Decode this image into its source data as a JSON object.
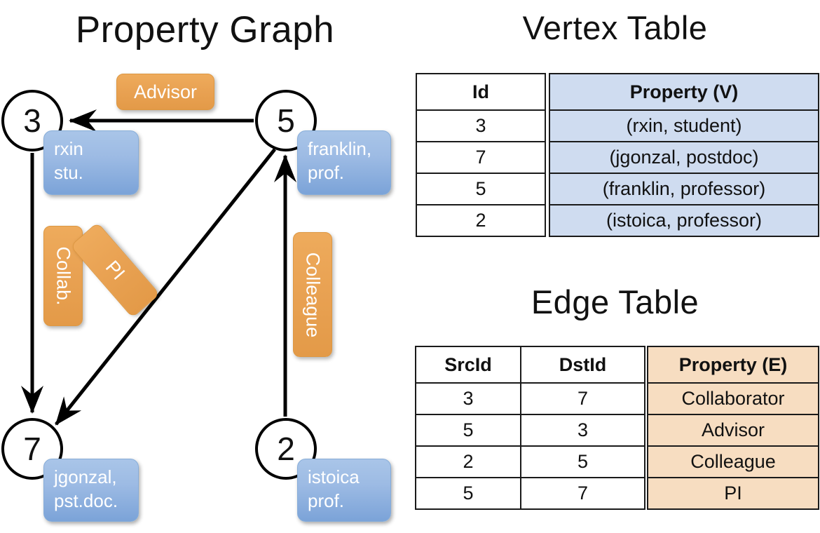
{
  "titles": {
    "property_graph": "Property Graph",
    "vertex_table": "Vertex Table",
    "edge_table": "Edge Table"
  },
  "graph": {
    "nodes": [
      {
        "id": "3",
        "name": "node-3",
        "property_lines": [
          "rxin",
          "stu."
        ]
      },
      {
        "id": "5",
        "name": "node-5",
        "property_lines": [
          "franklin,",
          "prof."
        ]
      },
      {
        "id": "7",
        "name": "node-7",
        "property_lines": [
          "jgonzal,",
          "pst.doc."
        ]
      },
      {
        "id": "2",
        "name": "node-2",
        "property_lines": [
          "istoica",
          "prof."
        ]
      }
    ],
    "edge_labels": [
      {
        "name": "advisor",
        "text": "Advisor"
      },
      {
        "name": "collab",
        "text": "Collab."
      },
      {
        "name": "pi",
        "text": "PI"
      },
      {
        "name": "colleague",
        "text": "Colleague"
      }
    ],
    "edges": [
      {
        "src": "5",
        "dst": "3",
        "label": "Advisor"
      },
      {
        "src": "3",
        "dst": "7",
        "label": "Collab."
      },
      {
        "src": "5",
        "dst": "7",
        "label": "PI"
      },
      {
        "src": "2",
        "dst": "5",
        "label": "Colleague"
      }
    ]
  },
  "vertex_table": {
    "headers": [
      "Id",
      "Property (V)"
    ],
    "rows": [
      {
        "id": "3",
        "property": "(rxin, student)"
      },
      {
        "id": "7",
        "property": "(jgonzal, postdoc)"
      },
      {
        "id": "5",
        "property": "(franklin, professor)"
      },
      {
        "id": "2",
        "property": "(istoica, professor)"
      }
    ]
  },
  "edge_table": {
    "headers": [
      "SrcId",
      "DstId",
      "Property (E)"
    ],
    "rows": [
      {
        "src": "3",
        "dst": "7",
        "property": "Collaborator"
      },
      {
        "src": "5",
        "dst": "3",
        "property": "Advisor"
      },
      {
        "src": "2",
        "dst": "5",
        "property": "Colleague"
      },
      {
        "src": "5",
        "dst": "7",
        "property": "PI"
      }
    ]
  },
  "colors": {
    "vertex_property_fill": "#cfdcf0",
    "edge_property_fill": "#f7ddc1",
    "node_box_blue": "#8cb0de",
    "edge_label_orange": "#e9a253",
    "stroke": "#000000"
  }
}
